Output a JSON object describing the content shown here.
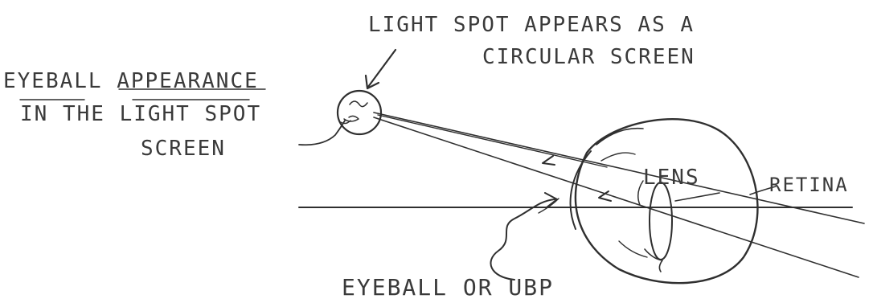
{
  "labels": {
    "light_spot_line1": "LIGHT SPOT APPEARS AS A",
    "light_spot_line2": "CIRCULAR SCREEN",
    "eyeball_appearance_line1": "EYEBALL APPEARANCE",
    "eyeball_appearance_line2": "IN THE LIGHT SPOT",
    "eyeball_appearance_line3": "SCREEN",
    "lens": "LENS",
    "retina": "RETINA",
    "eyeball_or_ubp": "EYEBALL OR UBP"
  },
  "colors": {
    "ink": "#2f2f2f",
    "background": "#ffffff"
  }
}
